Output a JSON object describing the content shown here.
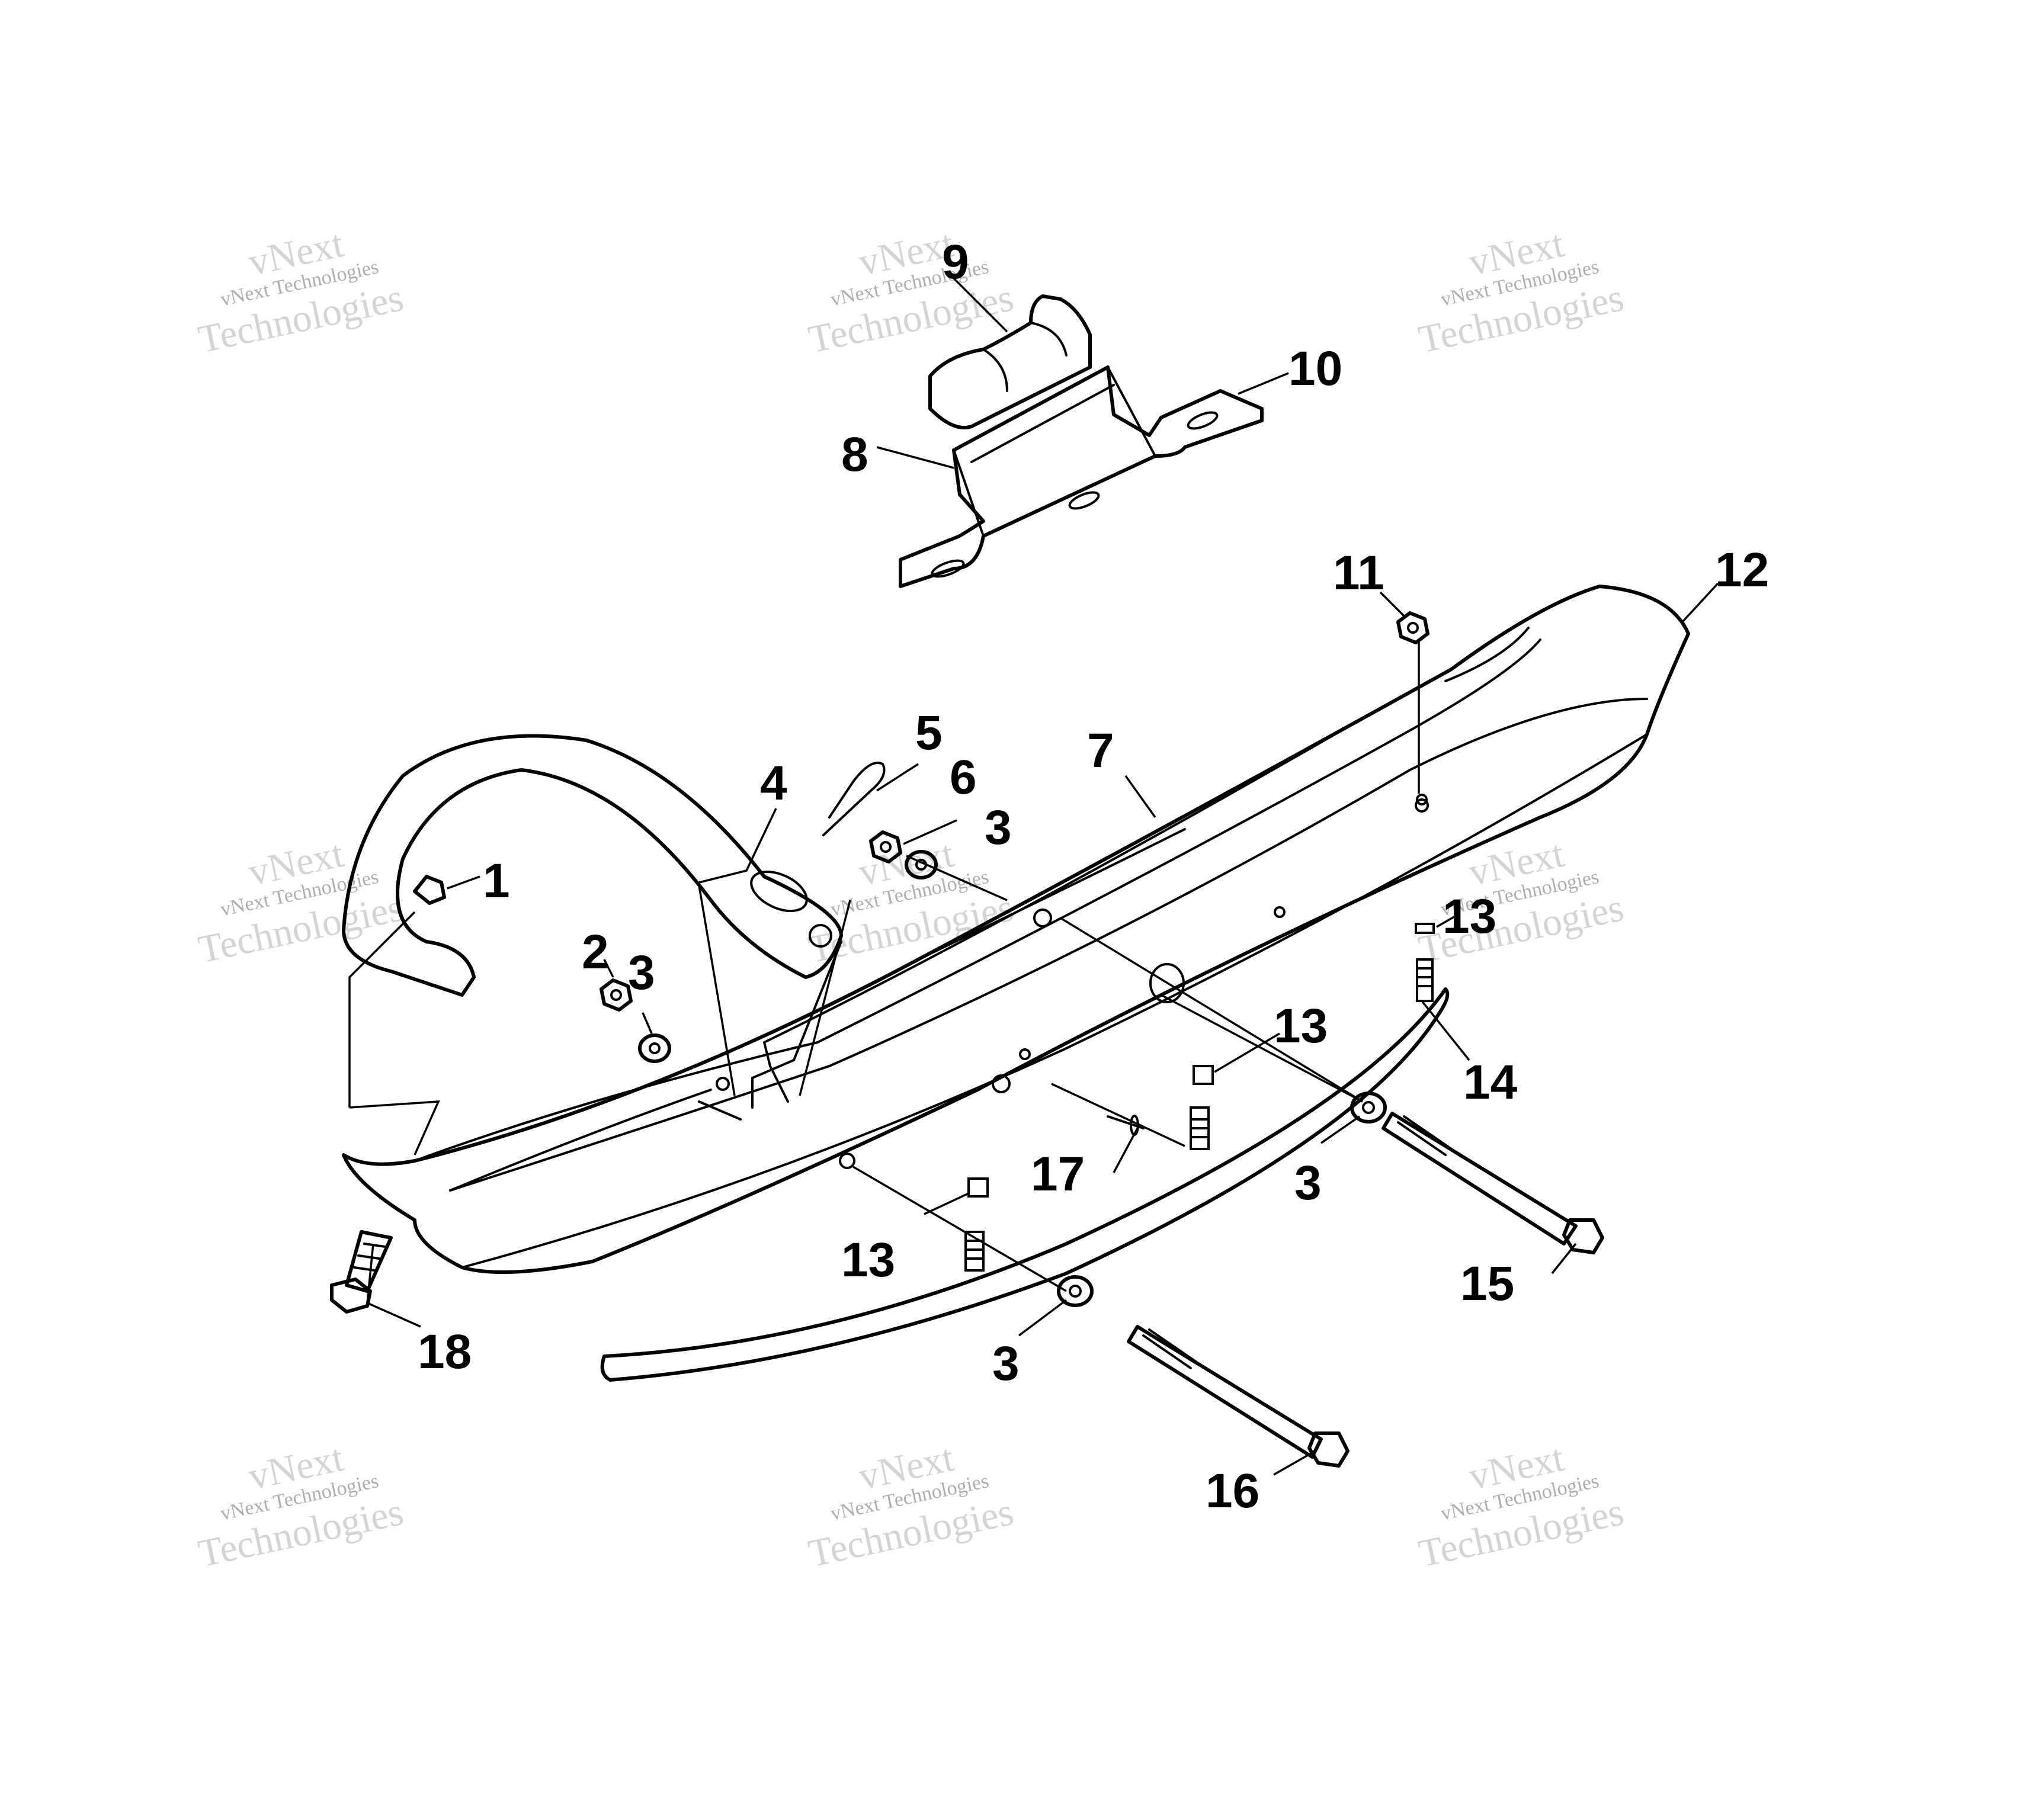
{
  "watermark": {
    "line1": "vNext",
    "line2": "vNext Technologies",
    "line3": "Technologies"
  },
  "callouts": [
    "1",
    "2",
    "3",
    "4",
    "5",
    "6",
    "7",
    "8",
    "9",
    "10",
    "11",
    "12",
    "13",
    "14",
    "15",
    "16",
    "17",
    "18"
  ]
}
